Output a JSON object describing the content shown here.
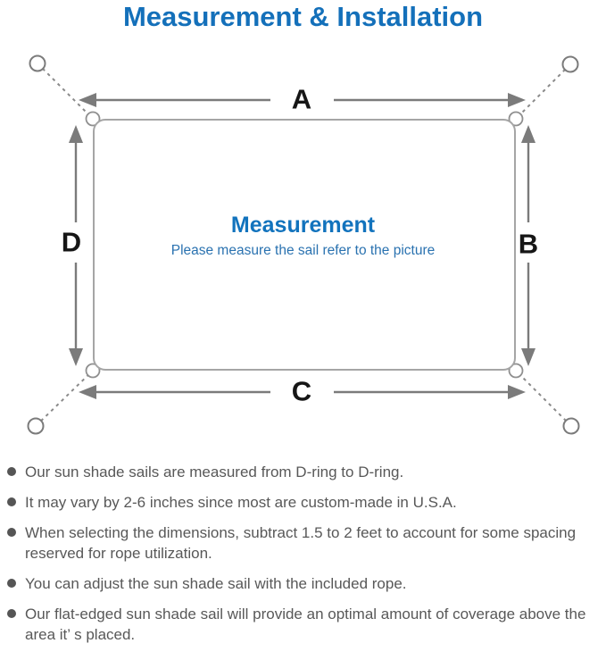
{
  "title": "Measurement & Installation",
  "diagram": {
    "label_top": "A",
    "label_right": "B",
    "label_bottom": "C",
    "label_left": "D",
    "center_title": "Measurement",
    "center_subtitle": "Please measure the sail refer to the picture"
  },
  "notes": {
    "items": [
      "Our sun shade sails are measured from D-ring to D-ring.",
      "It may vary by 2-6 inches since most are custom-made in U.S.A.",
      "When selecting the dimensions, subtract 1.5 to 2 feet to account for some spacing reserved for rope utilization.",
      "You can adjust the sun shade sail with the included rope.",
      "Our flat-edged sun shade sail will provide an optimal amount of coverage above the area it’ s placed."
    ]
  },
  "colors": {
    "title_blue": "#1470ba",
    "center_blue": "#1273bd",
    "line_gray": "#7b7b7b",
    "sail_border_gray": "#a5a5a5",
    "note_text_gray": "#585858"
  }
}
